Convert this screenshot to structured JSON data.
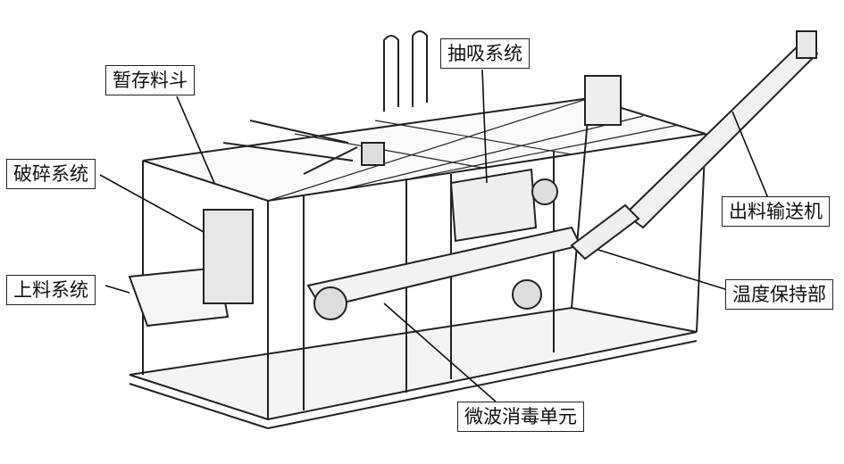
{
  "figure": {
    "labels": {
      "temp_hopper": "暂存料斗",
      "suction": "抽吸系统",
      "crusher": "破碎系统",
      "discharge_conveyor": "出料输送机",
      "feeding": "上料系统",
      "temp_hold": "温度保持部",
      "microwave": "微波消毒单元"
    }
  }
}
